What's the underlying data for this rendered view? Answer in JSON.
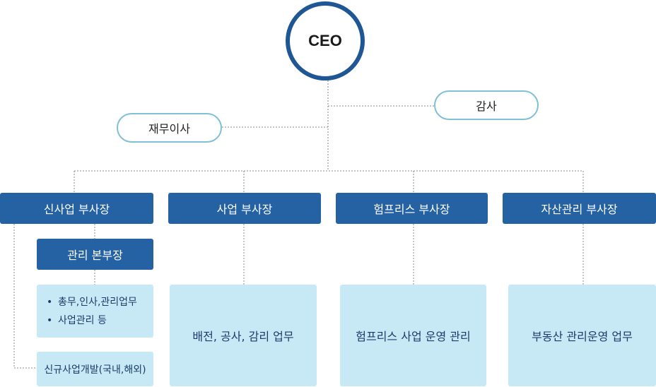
{
  "ceo": "CEO",
  "audit": "감사",
  "cfo": "재무이사",
  "vps": [
    {
      "label": "신사업 부사장"
    },
    {
      "label": "사업 부사장"
    },
    {
      "label": "험프리스 부사장"
    },
    {
      "label": "자산관리 부사장"
    }
  ],
  "mgmt_head": "관리 본부장",
  "mgmt_tasks": [
    "총무,인사,관리업무",
    "사업관리 등"
  ],
  "new_biz": "신규사업개발(국내,해외)",
  "duties": [
    "배전, 공사, 감리 업무",
    "험프리스 사업 운영 관리",
    "부동산 관리운영 업무"
  ],
  "colors": {
    "primary": "#2462a4",
    "ceo_ring": "#1f5795",
    "pill_border": "#7fc0d6",
    "light_box": "#c6e9f5"
  }
}
